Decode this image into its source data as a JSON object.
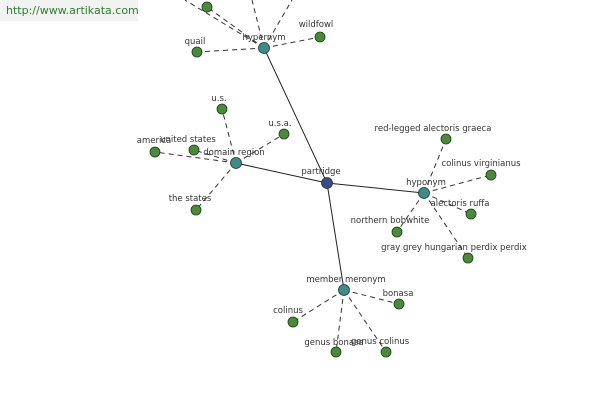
{
  "watermark": "http://www.artikata.com",
  "colors": {
    "center": "#3a4a8c",
    "relation": "#3f8a8a",
    "leaf": "#4a8a3a",
    "node_stroke": "#1e3a1e"
  },
  "graph": {
    "center": "partridge",
    "relations": [
      "hypernym",
      "domain region",
      "hyponym",
      "member meronym"
    ],
    "leaves": {
      "hypernym": [
        "quail",
        "wildfowl"
      ],
      "domain region": [
        "u.s.",
        "u.s.a.",
        "america",
        "united states",
        "the states"
      ],
      "hyponym": [
        "red-legged alectoris graeca",
        "colinus virginianus",
        "alectoris ruffa",
        "northern bobwhite",
        "gray grey hungarian perdix perdix"
      ],
      "member meronym": [
        "bonasa",
        "colinus",
        "genus bonasa",
        "genus colinus"
      ]
    }
  }
}
